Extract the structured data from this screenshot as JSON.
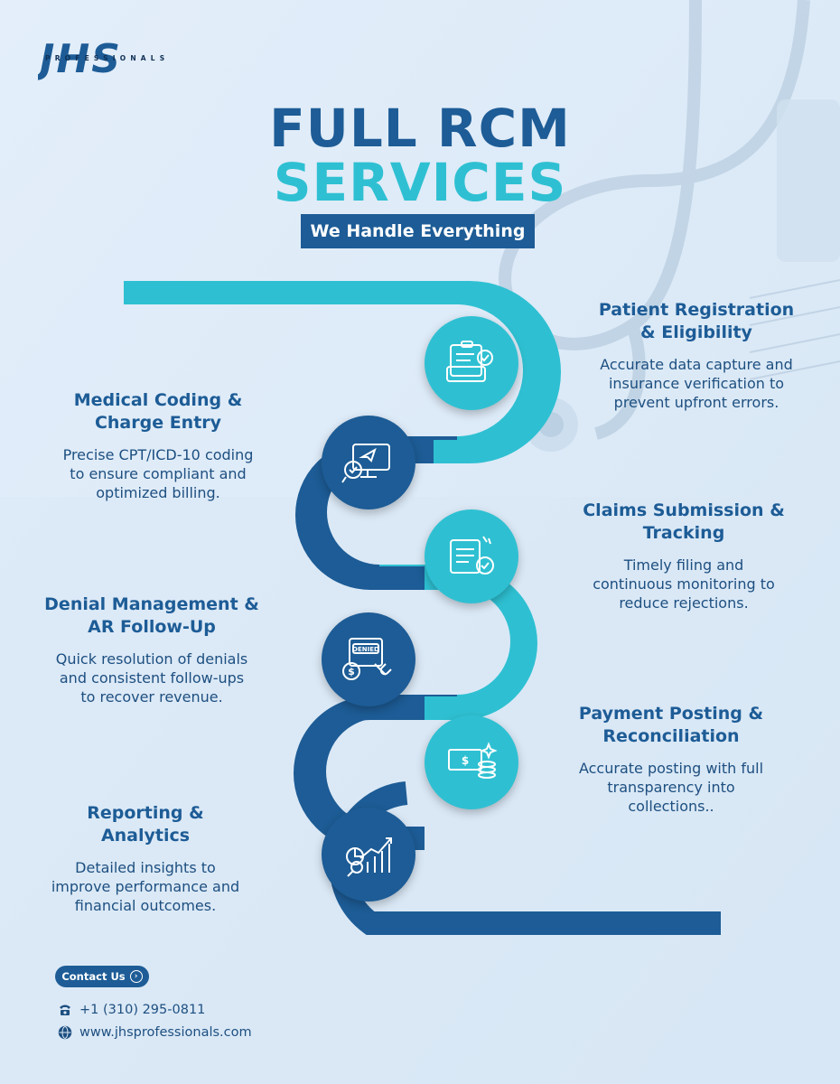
{
  "brand": {
    "logo_text": "JHS",
    "logo_subtext": "PROFESSIONALS"
  },
  "header": {
    "title_line1": "FULL RCM",
    "title_line2": "SERVICES",
    "tagline": "We Handle Everything"
  },
  "steps": [
    {
      "title_lines": [
        "Patient Registration",
        "& Eligibility"
      ],
      "desc_lines": [
        "Accurate data capture and",
        "insurance verification to",
        "prevent upfront errors."
      ],
      "icon": "registration-form-icon"
    },
    {
      "title_lines": [
        "Medical Coding &",
        "Charge Entry"
      ],
      "desc_lines": [
        "Precise CPT/ICD-10 coding",
        "to ensure compliant and",
        "optimized billing."
      ],
      "icon": "coding-monitor-icon"
    },
    {
      "title_lines": [
        "Claims Submission &",
        "Tracking"
      ],
      "desc_lines": [
        "Timely filing and",
        "continuous monitoring to",
        "reduce rejections."
      ],
      "icon": "claims-document-icon"
    },
    {
      "title_lines": [
        "Denial Management &",
        "AR Follow-Up"
      ],
      "desc_lines": [
        "Quick resolution of denials",
        "and consistent follow-ups",
        "to recover revenue."
      ],
      "icon": "denied-stamp-icon",
      "icon_text": "DENIED"
    },
    {
      "title_lines": [
        "Payment Posting &",
        "Reconciliation"
      ],
      "desc_lines": [
        "Accurate posting with full",
        "transparency into",
        "collections.."
      ],
      "icon": "payment-cash-icon"
    },
    {
      "title_lines": [
        "Reporting &",
        "Analytics"
      ],
      "desc_lines": [
        "Detailed insights to",
        "improve performance and",
        "financial outcomes."
      ],
      "icon": "analytics-chart-icon"
    }
  ],
  "contact": {
    "button_label": "Contact Us",
    "phone": "+1 (310) 295-0811",
    "website": "www.jhsprofessionals.com"
  },
  "colors": {
    "navy": "#1d5c96",
    "teal": "#2ec0d2",
    "background": "#dbe9f6"
  }
}
